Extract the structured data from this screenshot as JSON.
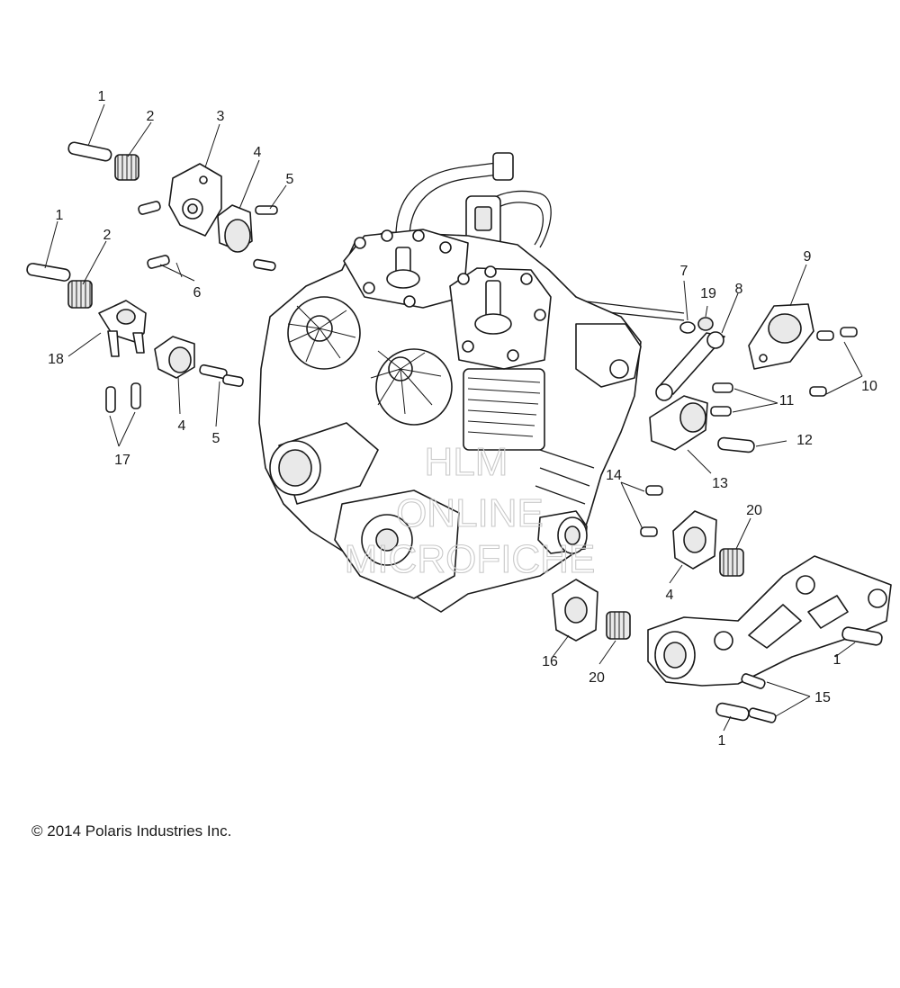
{
  "copyright": "© 2014 Polaris Industries Inc.",
  "watermark": [
    "HLM",
    "ONLINE",
    "MICROFICHE"
  ],
  "callouts": [
    {
      "key": "c1a",
      "text": "1"
    },
    {
      "key": "c2a",
      "text": "2"
    },
    {
      "key": "c3",
      "text": "3"
    },
    {
      "key": "c4a",
      "text": "4"
    },
    {
      "key": "c5a",
      "text": "5"
    },
    {
      "key": "c1b",
      "text": "1"
    },
    {
      "key": "c2b",
      "text": "2"
    },
    {
      "key": "c6",
      "text": "6"
    },
    {
      "key": "c18",
      "text": "18"
    },
    {
      "key": "c4b",
      "text": "4"
    },
    {
      "key": "c5b",
      "text": "5"
    },
    {
      "key": "c17",
      "text": "17"
    },
    {
      "key": "c7",
      "text": "7"
    },
    {
      "key": "c19",
      "text": "19"
    },
    {
      "key": "c8",
      "text": "8"
    },
    {
      "key": "c9",
      "text": "9"
    },
    {
      "key": "c10",
      "text": "10"
    },
    {
      "key": "c11",
      "text": "11"
    },
    {
      "key": "c12",
      "text": "12"
    },
    {
      "key": "c13",
      "text": "13"
    },
    {
      "key": "c14",
      "text": "14"
    },
    {
      "key": "c20a",
      "text": "20"
    },
    {
      "key": "c4c",
      "text": "4"
    },
    {
      "key": "c16",
      "text": "16"
    },
    {
      "key": "c20b",
      "text": "20"
    },
    {
      "key": "c1c",
      "text": "1"
    },
    {
      "key": "c15",
      "text": "15"
    },
    {
      "key": "c1d",
      "text": "1"
    }
  ]
}
